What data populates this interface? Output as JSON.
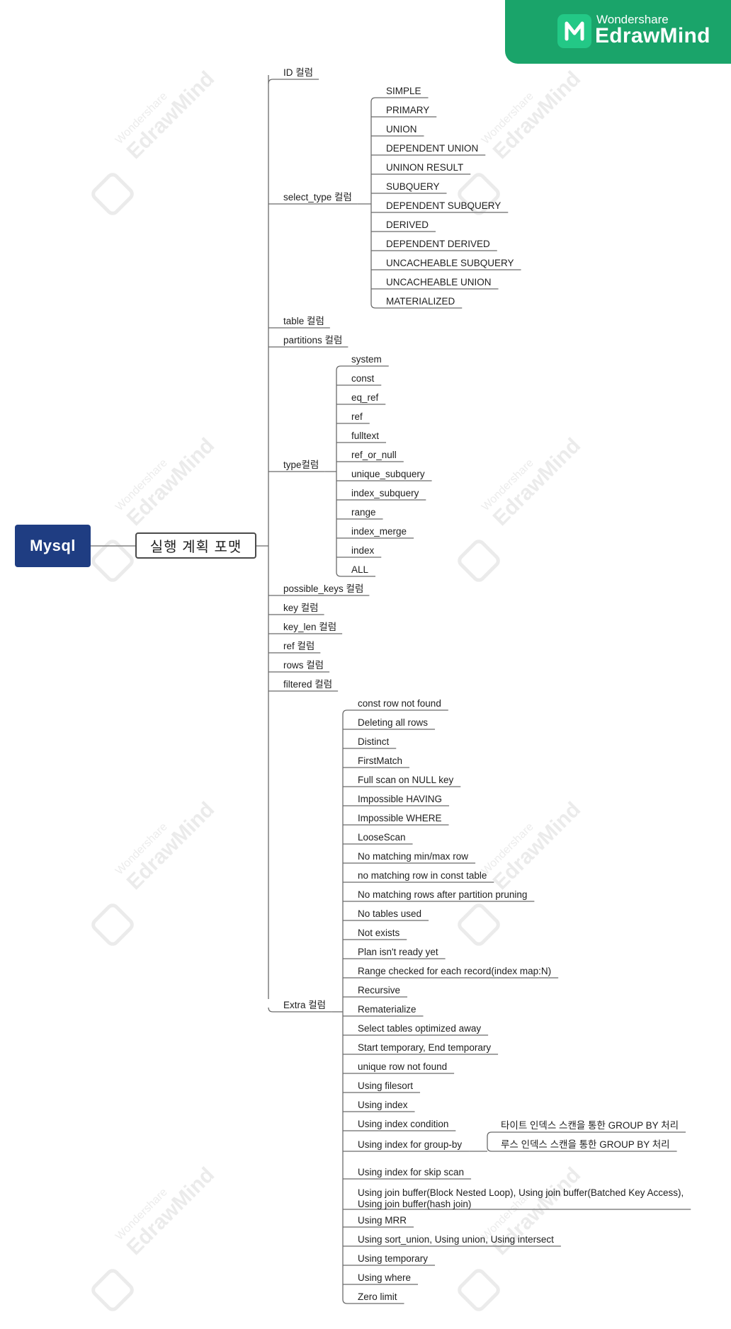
{
  "brand": {
    "small": "Wondershare",
    "big": "EdrawMind",
    "watermark_icon": "edrawmind-logo-icon"
  },
  "root": "Mysql",
  "center": "실행 계획 포맷",
  "branches": [
    {
      "label": "ID 컬럼",
      "children": []
    },
    {
      "label": "select_type 컬럼",
      "children": [
        {
          "label": "SIMPLE"
        },
        {
          "label": "PRIMARY"
        },
        {
          "label": "UNION"
        },
        {
          "label": "DEPENDENT UNION"
        },
        {
          "label": "UNINON RESULT"
        },
        {
          "label": "SUBQUERY"
        },
        {
          "label": "DEPENDENT SUBQUERY"
        },
        {
          "label": "DERIVED"
        },
        {
          "label": "DEPENDENT DERIVED"
        },
        {
          "label": "UNCACHEABLE SUBQUERY"
        },
        {
          "label": "UNCACHEABLE UNION"
        },
        {
          "label": "MATERIALIZED"
        }
      ]
    },
    {
      "label": "table 컬럼",
      "children": []
    },
    {
      "label": "partitions 컬럼",
      "children": []
    },
    {
      "label": "type컬럼",
      "children": [
        {
          "label": "system"
        },
        {
          "label": "const"
        },
        {
          "label": "eq_ref"
        },
        {
          "label": "ref"
        },
        {
          "label": "fulltext"
        },
        {
          "label": "ref_or_null"
        },
        {
          "label": "unique_subquery"
        },
        {
          "label": "index_subquery"
        },
        {
          "label": "range"
        },
        {
          "label": "index_merge"
        },
        {
          "label": "index"
        },
        {
          "label": "ALL"
        }
      ]
    },
    {
      "label": "possible_keys 컬럼",
      "children": []
    },
    {
      "label": "key 컬럼",
      "children": []
    },
    {
      "label": "key_len 컬럼",
      "children": []
    },
    {
      "label": "ref 컬럼",
      "children": []
    },
    {
      "label": "rows 컬럼",
      "children": []
    },
    {
      "label": "filtered 컬럼",
      "children": []
    },
    {
      "label": "Extra 컬럼",
      "children": [
        {
          "label": "const row not found"
        },
        {
          "label": "Deleting all rows"
        },
        {
          "label": "Distinct"
        },
        {
          "label": "FirstMatch"
        },
        {
          "label": "Full scan on NULL key"
        },
        {
          "label": "Impossible HAVING"
        },
        {
          "label": "Impossible WHERE"
        },
        {
          "label": "LooseScan"
        },
        {
          "label": "No matching min/max row"
        },
        {
          "label": "no matching row in const table"
        },
        {
          "label": "No matching rows after partition pruning"
        },
        {
          "label": "No tables used"
        },
        {
          "label": "Not exists"
        },
        {
          "label": "Plan isn't ready yet"
        },
        {
          "label": "Range checked for each record(index map:N)"
        },
        {
          "label": "Recursive"
        },
        {
          "label": "Rematerialize"
        },
        {
          "label": "Select tables optimized away"
        },
        {
          "label": "Start temporary, End temporary"
        },
        {
          "label": "unique row not found"
        },
        {
          "label": "Using filesort"
        },
        {
          "label": "Using index"
        },
        {
          "label": "Using index condition"
        },
        {
          "label": "Using index for group-by",
          "children": [
            {
              "label": "타이트 인덱스 스캔을 통한 GROUP BY 처리"
            },
            {
              "label": "루스 인덱스 스캔을 통한 GROUP BY 처리"
            }
          ]
        },
        {
          "label": "Using index for skip scan"
        },
        {
          "label": "Using join buffer(Block Nested Loop), Using join buffer(Batched Key Access),\nUsing join buffer(hash join)"
        },
        {
          "label": "Using MRR"
        },
        {
          "label": "Using sort_union, Using union, Using intersect"
        },
        {
          "label": "Using temporary"
        },
        {
          "label": "Using where"
        },
        {
          "label": "Zero limit"
        }
      ]
    }
  ]
}
